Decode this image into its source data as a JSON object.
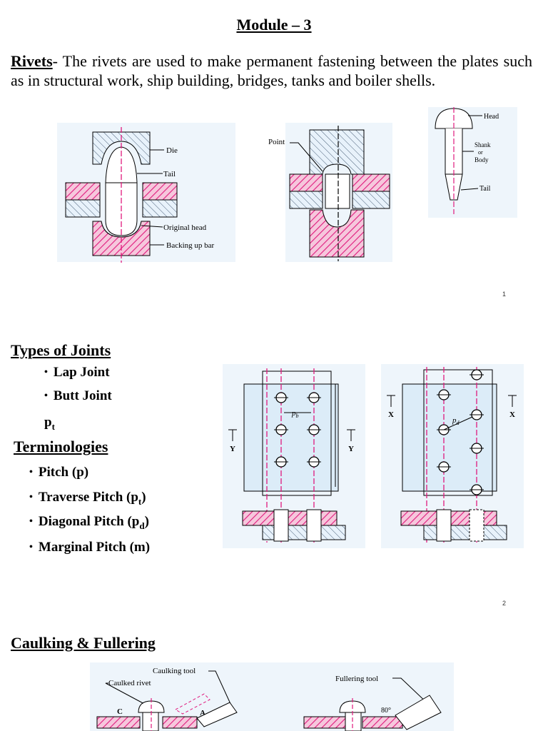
{
  "title": "Module – 3",
  "intro": {
    "term": "Rivets",
    "text": "- The rivets are used to make permanent fastening between the plates such as in structural work, ship building, bridges, tanks and boiler shells."
  },
  "fig1": {
    "die": "Die",
    "tail": "Tail",
    "original_head": "Original head",
    "backing_bar": "Backing up bar",
    "point": "Point",
    "head": "Head",
    "shank_1": "Shank",
    "shank_2": "or",
    "shank_3": "Body",
    "tail2": "Tail"
  },
  "page_numbers": [
    "1",
    "2"
  ],
  "types": {
    "heading": "Types of Joints",
    "items": [
      "Lap Joint",
      "Butt Joint"
    ],
    "pt_main": "p",
    "pt_sub": "t"
  },
  "terminologies": {
    "heading": "Terminologies",
    "items": [
      {
        "main": "Pitch (p)",
        "sub": "",
        "end": ""
      },
      {
        "main": "Traverse Pitch (p",
        "sub": "t",
        "end": ")"
      },
      {
        "main": "Diagonal Pitch (p",
        "sub": "d",
        "end": ")"
      },
      {
        "main": "Marginal Pitch (m)",
        "sub": "",
        "end": ""
      }
    ]
  },
  "fig2": {
    "pb": "p",
    "pb_sub": "b",
    "pd": "p",
    "pd_sub": "d",
    "y": "Y",
    "x": "X"
  },
  "caulking": {
    "heading": "Caulking & Fullering",
    "caulking_tool": "Caulking tool",
    "caulked_rivet": "Caulked rivet",
    "c": "C",
    "a": "A",
    "fullering_tool": "Fullering tool",
    "angle": "80°"
  },
  "colors": {
    "hatch": "#e0197d",
    "line": "#000000",
    "bg": "#e8f2fb"
  }
}
